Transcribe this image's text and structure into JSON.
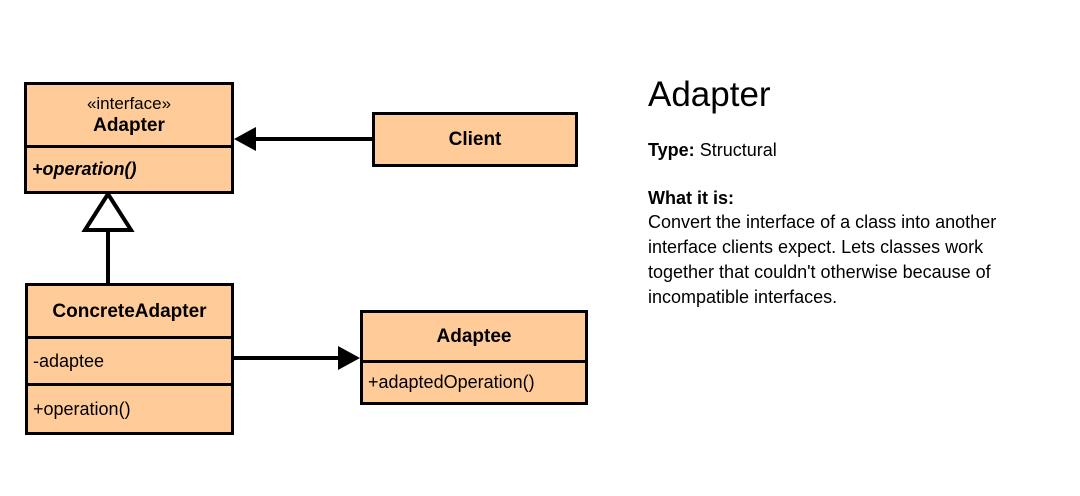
{
  "diagram": {
    "type": "uml-class-diagram",
    "background_color": "#ffffff",
    "box_fill_color": "#ffcc99",
    "box_border_color": "#000000",
    "classes": [
      {
        "id": "adapter",
        "stereotype": "«interface»",
        "name": "Adapter",
        "operations": [
          "+operation()"
        ]
      },
      {
        "id": "client",
        "name": "Client"
      },
      {
        "id": "concrete-adapter",
        "name": "ConcreteAdapter",
        "attributes": [
          "-adaptee"
        ],
        "operations": [
          "+operation()"
        ]
      },
      {
        "id": "adaptee",
        "name": "Adaptee",
        "operations": [
          "+adaptedOperation()"
        ]
      }
    ],
    "relationships": [
      {
        "id": "client-uses-adapter",
        "from": "client",
        "to": "adapter",
        "kind": "association",
        "arrowhead": "solid-filled"
      },
      {
        "id": "concrete-realizes-adapter",
        "from": "concrete-adapter",
        "to": "adapter",
        "kind": "generalization",
        "arrowhead": "hollow-triangle"
      },
      {
        "id": "concrete-adapts-adaptee",
        "from": "concrete-adapter",
        "to": "adaptee",
        "kind": "association",
        "arrowhead": "solid-filled"
      }
    ]
  },
  "info": {
    "title": "Adapter",
    "type_label": "Type:",
    "type_value": "Structural",
    "what_label": "What it is:",
    "what_text": "Convert the interface of a class into another interface clients expect. Lets classes work together that couldn't otherwise because of incompatible interfaces."
  }
}
